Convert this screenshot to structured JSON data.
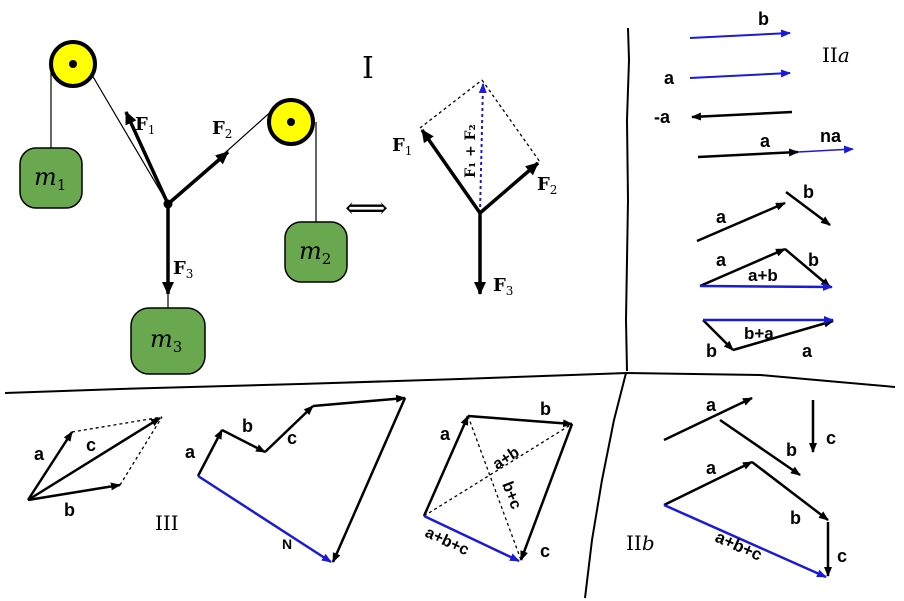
{
  "colors": {
    "black": "#000000",
    "blue": "#1a1adb",
    "pulley": "#ffff00",
    "mass": "#6aa84f"
  },
  "section_labels": {
    "I": "I",
    "IIa_roman": "II",
    "IIa_italic": "a",
    "IIb_roman": "II",
    "IIb_italic": "b",
    "III": "III"
  },
  "section_I": {
    "masses": {
      "m1_base": "m",
      "m1_sub": "1",
      "m2_base": "m",
      "m2_sub": "2",
      "m3_base": "m",
      "m3_sub": "3"
    },
    "forces": {
      "F": "F",
      "s1": "1",
      "s2": "2",
      "s3": "3"
    },
    "equivalence": "⟺",
    "sum_label": "F₁ + F₂"
  },
  "section_IIa": {
    "b": "b",
    "a1": "a",
    "neg_a": "-a",
    "a2": "a",
    "na": "na",
    "a3": "a",
    "b2": "b",
    "a4": "a",
    "apb": "a+b",
    "b3": "b",
    "bpa": "b+a",
    "b4": "b",
    "a5": "a"
  },
  "section_III": {
    "para": {
      "a": "a",
      "c": "c",
      "b": "b"
    },
    "poly": {
      "a": "a",
      "b": "b",
      "c": "c",
      "N": "N"
    },
    "quad": {
      "a": "a",
      "b": "b",
      "apb": "a+b",
      "bpc": "b+c",
      "apbpc": "a+b+c",
      "c": "c"
    }
  },
  "section_IIb": {
    "a1": "a",
    "b1": "b",
    "c1": "c",
    "a2": "a",
    "b2": "b",
    "c2": "c",
    "apbpc": "a+b+c"
  }
}
